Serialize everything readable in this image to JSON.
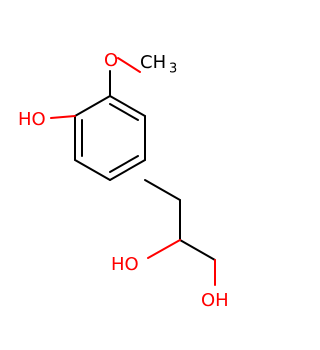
{
  "molecule": {
    "labels": {
      "methoxy_o": "O",
      "methyl": "CH",
      "methyl_sub": "3",
      "phenol_oh": "HO",
      "secondary_oh": "HO",
      "primary_oh": "OH"
    },
    "colors": {
      "carbon_bond": "#000000",
      "oxygen": "#ff0000",
      "background": "#ffffff"
    }
  }
}
